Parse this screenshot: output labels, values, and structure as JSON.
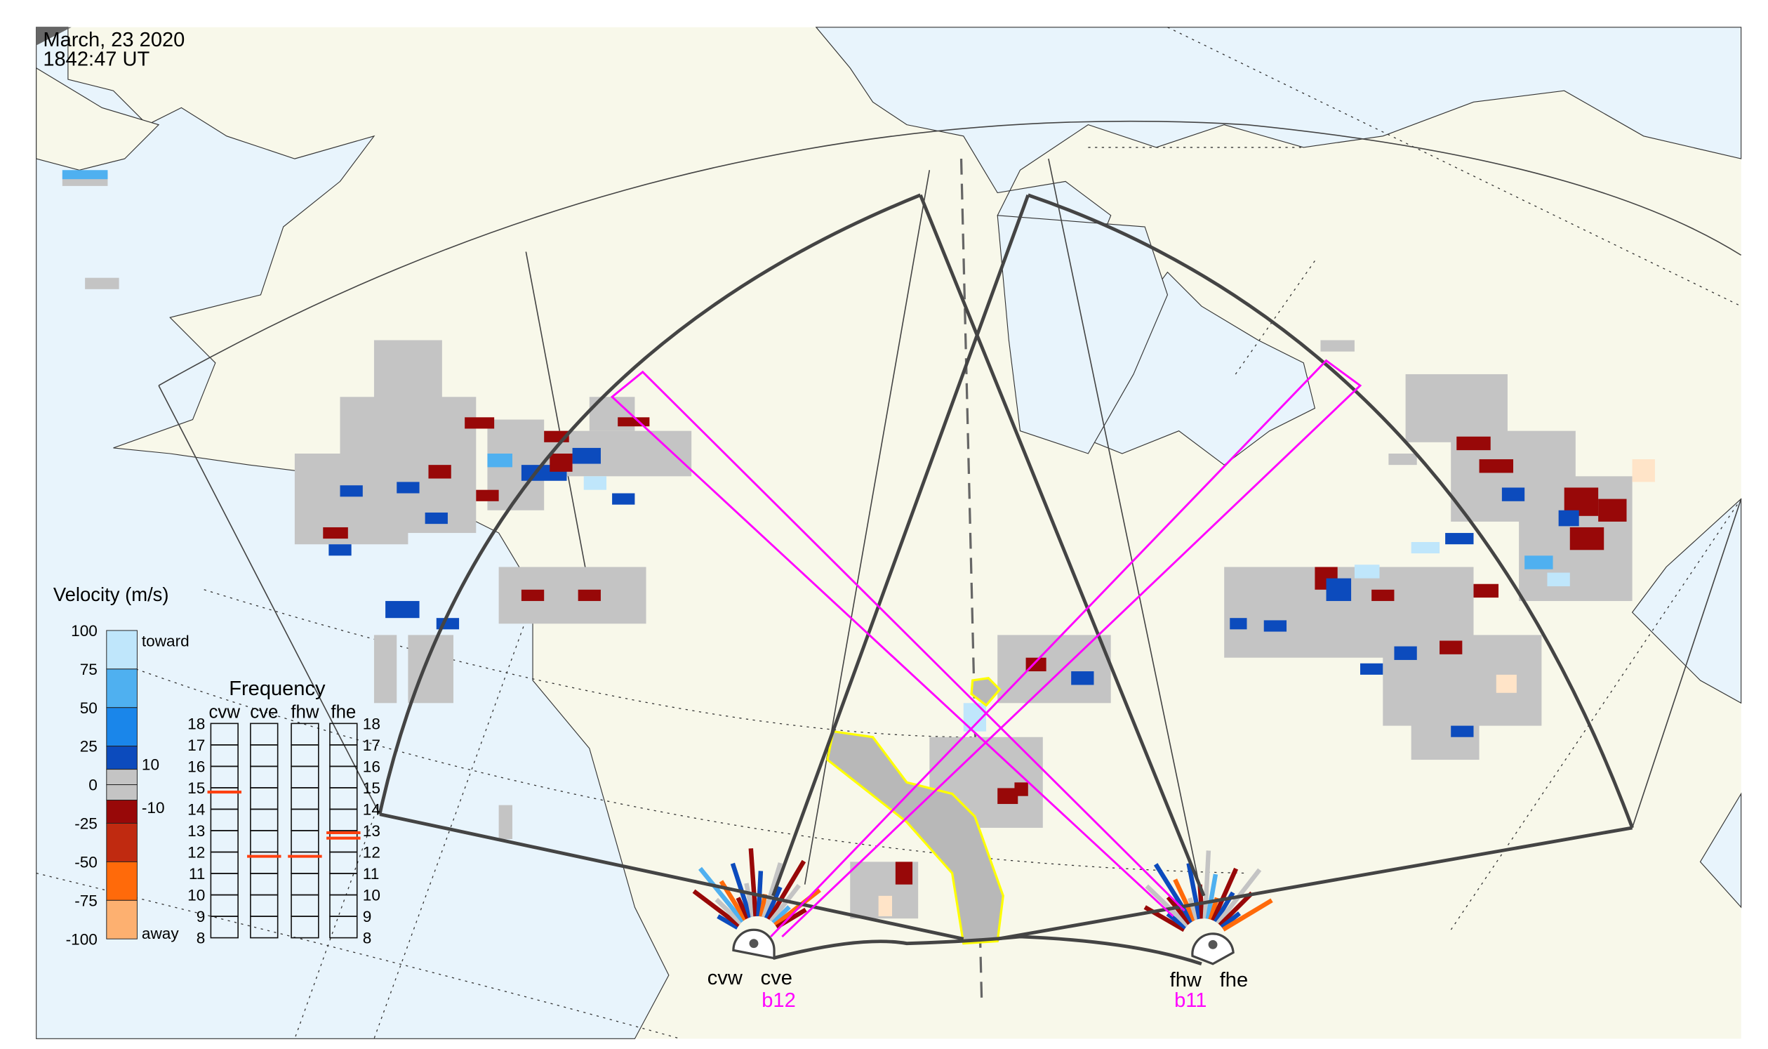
{
  "header": {
    "date": "March, 23 2020",
    "time": "1842:47 UT"
  },
  "velocity_legend": {
    "title": "Velocity (m/s)",
    "ticks": [
      "100",
      "75",
      "50",
      "25",
      "0",
      "-25",
      "-50",
      "-75",
      "-100"
    ],
    "tick_values": [
      100,
      75,
      50,
      25,
      0,
      -25,
      -50,
      -75,
      -100
    ],
    "toward_label": "toward",
    "away_label": "away",
    "threshold_high": "10",
    "threshold_low": "-10",
    "colors": {
      "v100": "#bfe6fb",
      "v75": "#4fb0f0",
      "v50": "#1a86ea",
      "v25": "#0c4bbd",
      "v10": "#00168f",
      "grey": "#c4c4c4",
      "vm10": "#980808",
      "vm25": "#c02a10",
      "vm50": "#ff6a0a",
      "vm75": "#fdb070",
      "vm100": "#ffe4c8"
    }
  },
  "frequency_legend": {
    "title": "Frequency",
    "columns": [
      "cvw",
      "cve",
      "fhw",
      "fhe"
    ],
    "ticks": [
      "18",
      "17",
      "16",
      "15",
      "14",
      "13",
      "12",
      "11",
      "10",
      "9",
      "8"
    ],
    "range_mhz": [
      8,
      18
    ],
    "markers_mhz": {
      "cvw": [
        14.8
      ],
      "cve": [
        11.8
      ],
      "fhw": [
        11.8
      ],
      "fhe": [
        12.65,
        12.9
      ]
    },
    "marker_color": "#ff4010"
  },
  "sites": {
    "cvw": "cvw",
    "cve": "cve",
    "fhw": "fhw",
    "fhe": "fhe",
    "beam_cv": "b12",
    "beam_fh": "b11"
  },
  "colors": {
    "ocean": "#e8f4fc",
    "land": "#f8f8ea",
    "fov": "#444444",
    "beam": "#ff00ff",
    "highlight": "#ffff00"
  }
}
